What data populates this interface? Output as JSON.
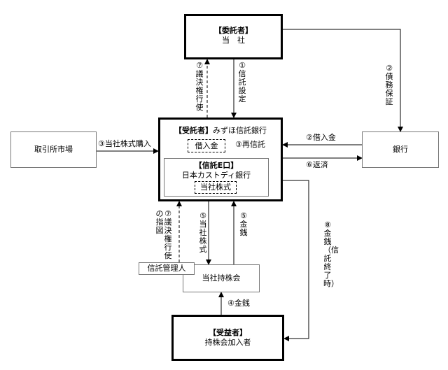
{
  "entrustor": {
    "role": "【委託者】",
    "name": "当　社"
  },
  "trustee": {
    "role": "【受託者】",
    "name": "みずほ信託銀行"
  },
  "loan_box": "借入金",
  "trust_eo": {
    "role": "【信託E口】",
    "name": "日本カストディ銀行"
  },
  "company_stock_box": "当社株式",
  "exchange_market": "取引所市場",
  "bank": "銀行",
  "trust_admin": "信託管理人",
  "esop": "当社持株会",
  "beneficiary": {
    "role": "【受益者】",
    "name": "持株会加入者"
  },
  "flows": {
    "trust_setup": "①信託設定",
    "guarantee": "②債務保証",
    "borrowing": "②借入金",
    "purchase": "③当社株式購入",
    "reentrust": "③再信託",
    "money_esop": "④金銭",
    "stock_to_esop": "⑤当社株式",
    "money_to_trust": "⑤金銭",
    "repayment": "⑥返済",
    "voting_rights": "⑦議決権行使",
    "voting_instruction": "⑦議決権行使の指図",
    "trust_end_money": "⑧金銭（信託終了時）"
  }
}
